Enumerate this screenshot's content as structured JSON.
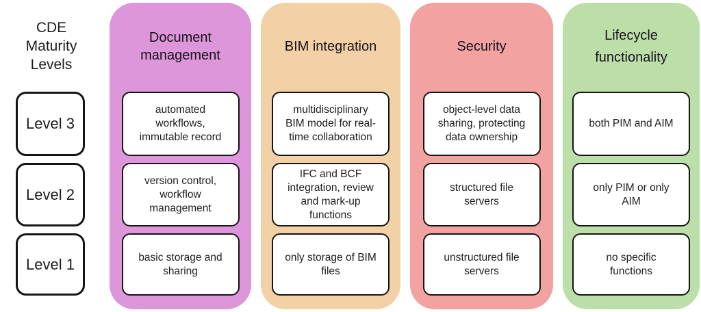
{
  "row_header": {
    "title": "CDE\nMaturity\nLevels",
    "levels": [
      "Level 3",
      "Level 2",
      "Level 1"
    ]
  },
  "columns": [
    {
      "title": "Document management",
      "color": "#dc96d9",
      "cells": [
        "automated workflows, immutable record",
        "version control, workflow management",
        "basic storage and sharing"
      ]
    },
    {
      "title": "BIM integration",
      "color": "#f2d1a7",
      "cells": [
        "multidisciplinary BIM model for real-time collaboration",
        "IFC and BCF integration, review and mark-up functions",
        "only storage of BIM files"
      ]
    },
    {
      "title": "Security",
      "color": "#f2a2a1",
      "cells": [
        "object-level data sharing, protecting data ownership",
        "structured file servers",
        "unstructured file servers"
      ]
    },
    {
      "title": "Lifecycle functionality",
      "color": "#bcdfaa",
      "cells": [
        "both PIM and AIM",
        "only PIM or only AIM",
        "no specific functions"
      ]
    }
  ]
}
